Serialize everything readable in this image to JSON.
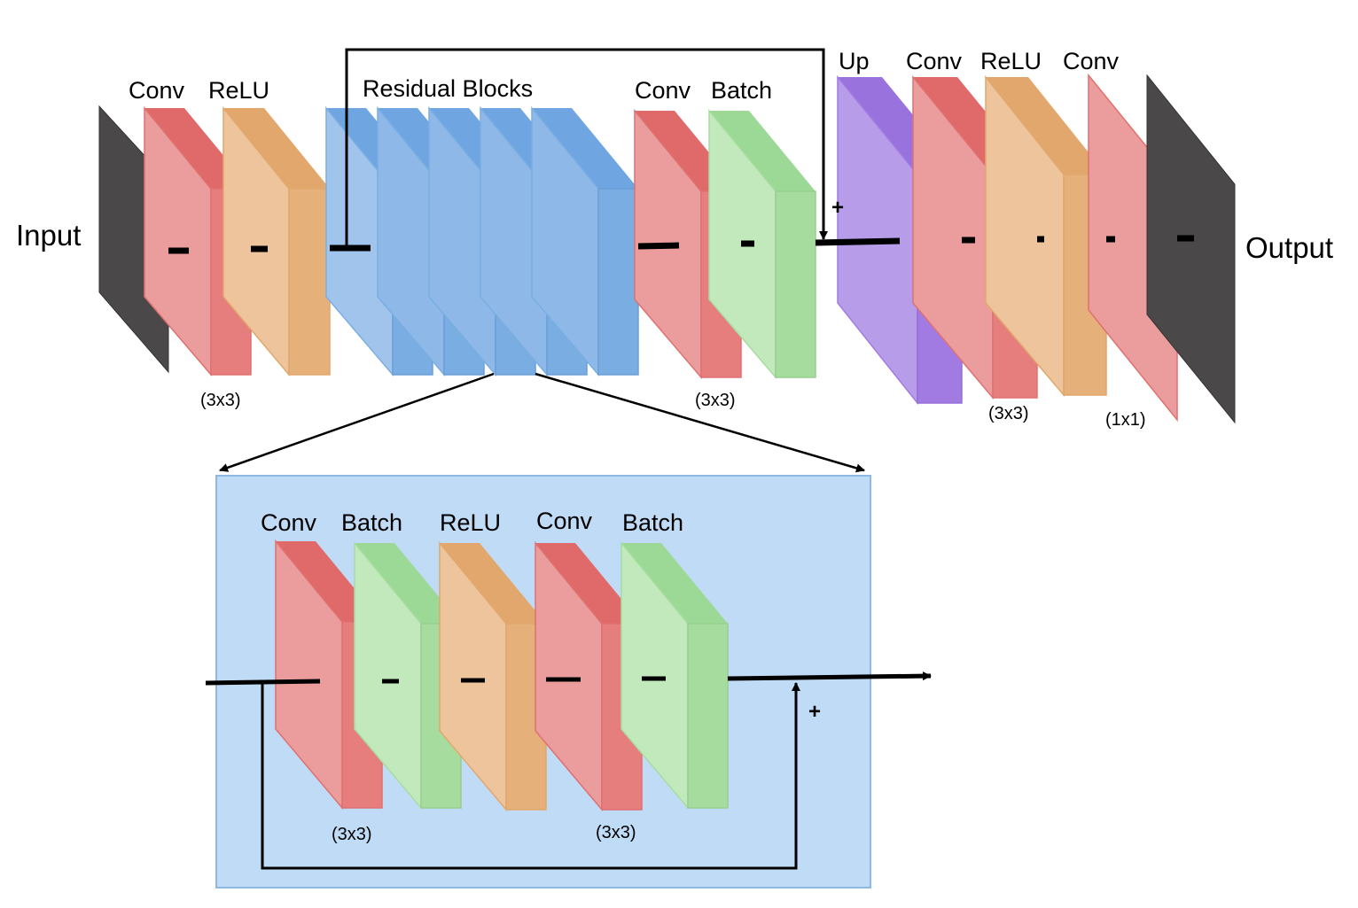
{
  "diagram": {
    "top": {
      "input_label": "Input",
      "output_label": "Output",
      "conv1": "Conv",
      "relu1": "ReLU",
      "kernel1": "(3x3)",
      "residual_blocks": "Residual Blocks",
      "conv2": "Conv",
      "batch2": "Batch",
      "kernel2": "(3x3)",
      "plus": "+",
      "up": "Up",
      "conv3": "Conv",
      "relu3": "ReLU",
      "kernel3": "(3x3)",
      "conv4": "Conv",
      "kernel4": "(1x1)"
    },
    "block": {
      "conv_a": "Conv",
      "batch_a": "Batch",
      "relu": "ReLU",
      "conv_b": "Conv",
      "batch_b": "Batch",
      "kernel_a": "(3x3)",
      "kernel_b": "(3x3)",
      "plus": "+"
    },
    "colors": {
      "conv": "#e57878",
      "relu": "#e5ad74",
      "residual": "#7aaee3",
      "batch": "#a6dd9f",
      "up": "#a27be2",
      "io": "#4a4848",
      "panel": "#c0dbf6"
    }
  }
}
